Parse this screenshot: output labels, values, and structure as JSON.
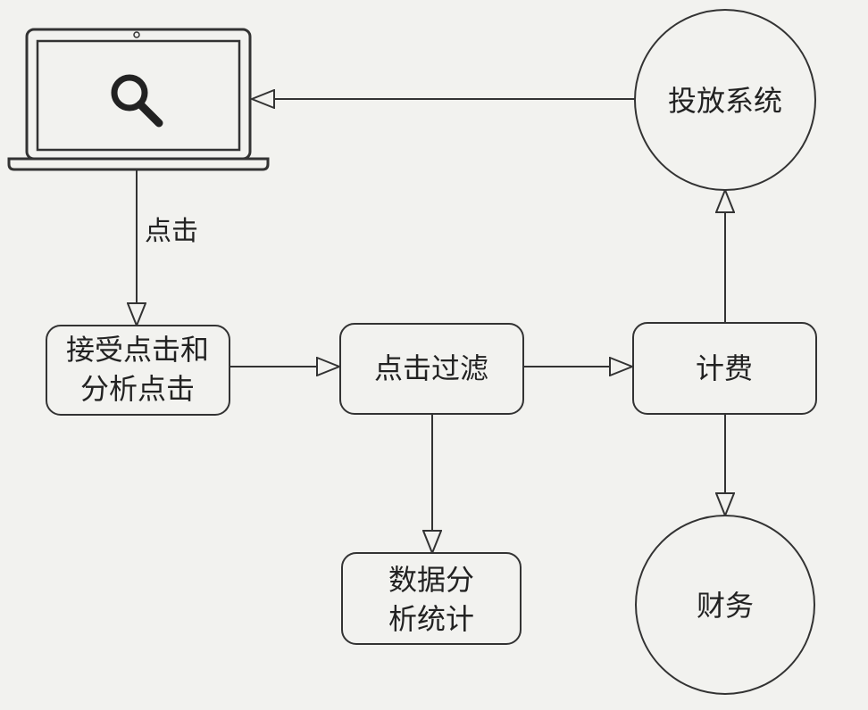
{
  "diagram": {
    "nodes": {
      "receive": {
        "lines": [
          "接受点击和",
          "分析点击"
        ]
      },
      "filter": {
        "lines": [
          "点击过滤"
        ]
      },
      "billing": {
        "lines": [
          "计费"
        ]
      },
      "stats": {
        "lines": [
          "数据分",
          "析统计"
        ]
      },
      "delivery": {
        "lines": [
          "投放系统"
        ]
      },
      "finance": {
        "lines": [
          "财务"
        ]
      }
    },
    "edge_labels": {
      "click": "点击"
    },
    "icons": {
      "laptop": "laptop-icon",
      "search": "search-icon"
    }
  }
}
